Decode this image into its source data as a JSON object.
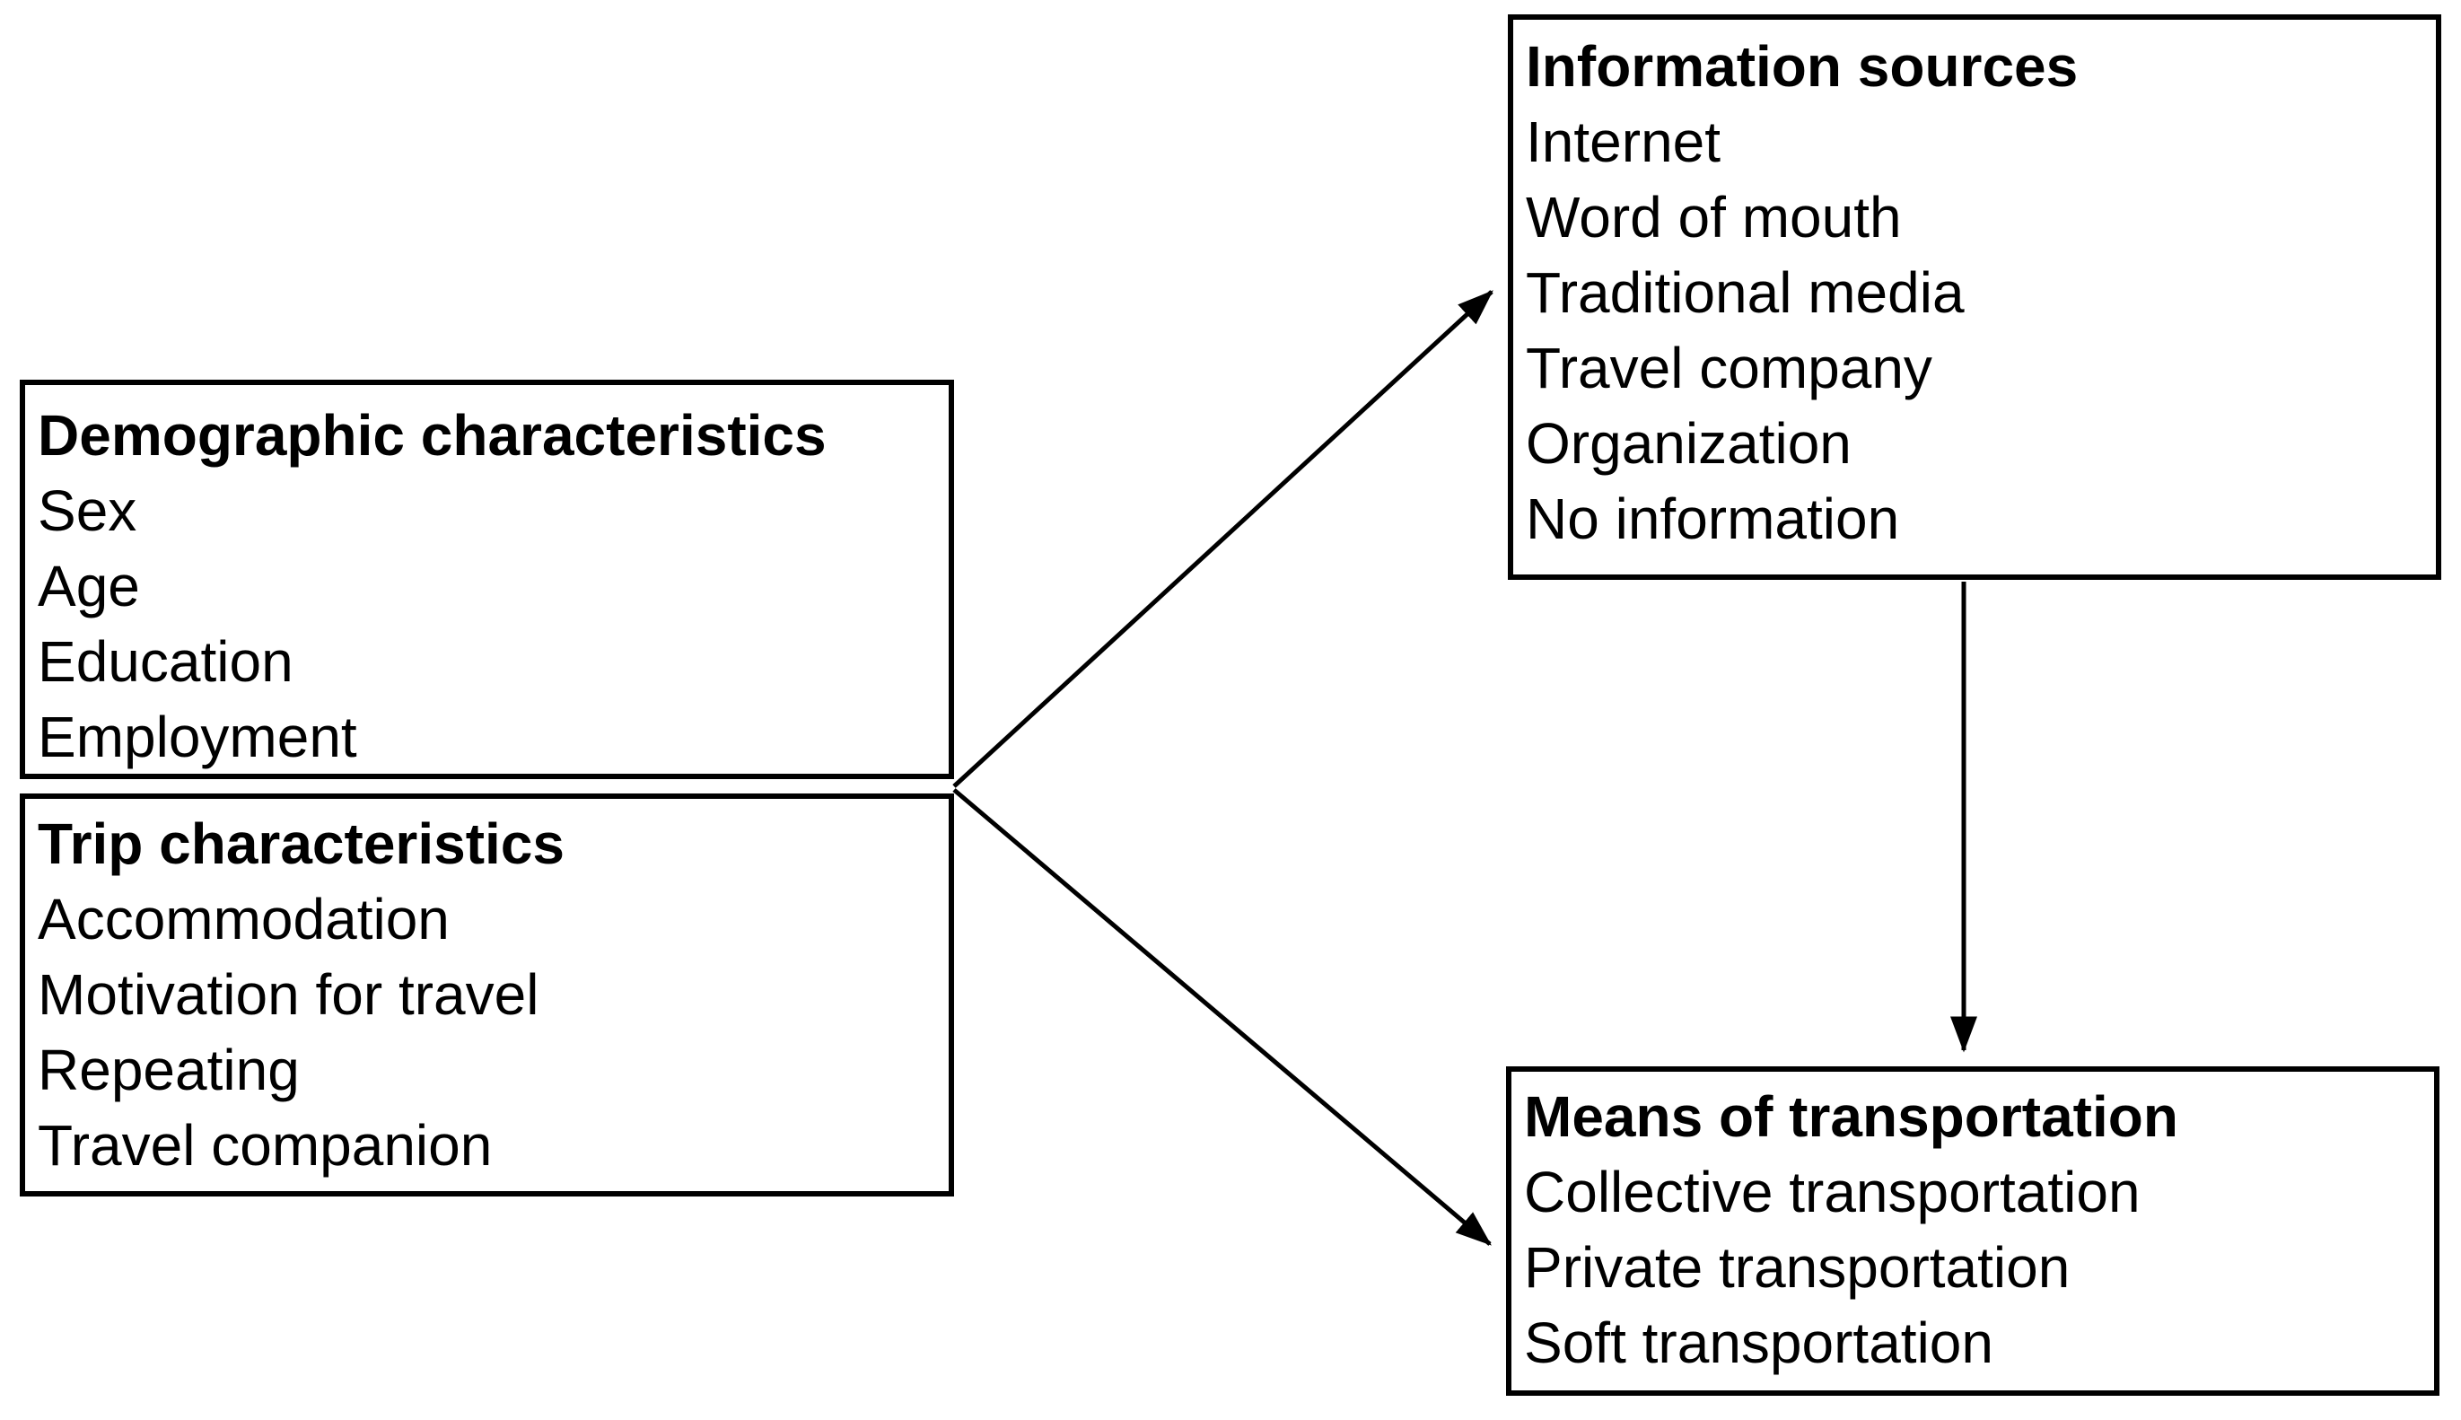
{
  "diagram": {
    "background_color": "#ffffff",
    "line_color": "#000000",
    "text_color": "#000000",
    "boxes": {
      "demographic": {
        "title": "Demographic characteristics",
        "items": [
          "Sex",
          "Age",
          "Education",
          "Employment"
        ]
      },
      "trip": {
        "title": "Trip characteristics",
        "items": [
          "Accommodation",
          "Motivation for travel",
          "Repeating",
          "Travel companion"
        ]
      },
      "information": {
        "title": "Information sources",
        "items": [
          "Internet",
          "Word of mouth",
          "Traditional media",
          "Travel company",
          "Organization",
          "No information"
        ]
      },
      "transportation": {
        "title": "Means of transportation",
        "items": [
          "Collective transportation",
          "Private transportation",
          "Soft transportation"
        ]
      }
    },
    "arrows": [
      {
        "from": "demographic-and-trip-characteristics",
        "to": "information-sources"
      },
      {
        "from": "demographic-and-trip-characteristics",
        "to": "means-of-transportation"
      },
      {
        "from": "information-sources",
        "to": "means-of-transportation"
      }
    ]
  }
}
